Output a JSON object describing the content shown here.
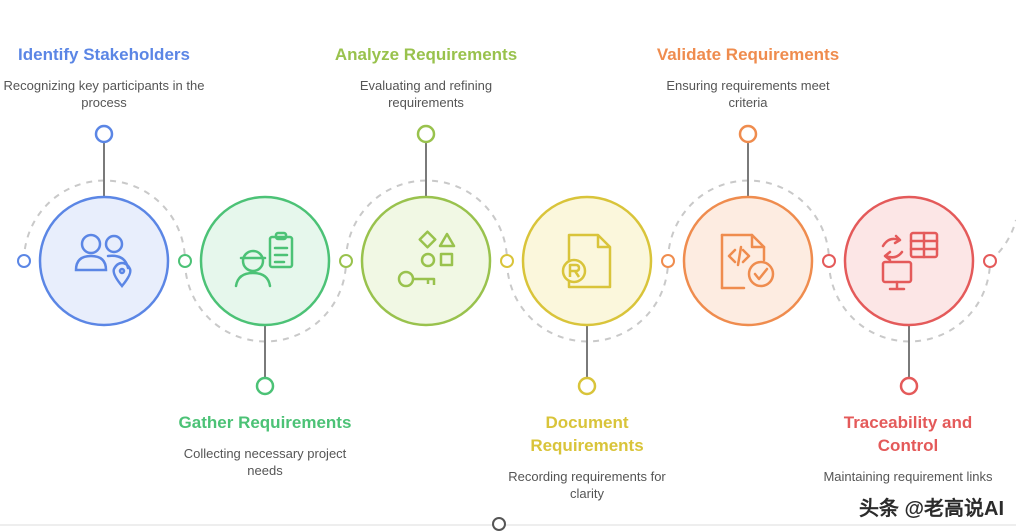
{
  "colors": {
    "blue": "#5b86e5",
    "green": "#4cc276",
    "lime": "#99c24d",
    "yellow": "#d9c43a",
    "orange": "#ef8c4e",
    "red": "#e45a5a",
    "connector": "#7a7a7a",
    "dashed": "#c9c9c9"
  },
  "steps": [
    {
      "title": "Identify Stakeholders",
      "desc": "Recognizing key participants in the process",
      "icon": "stakeholders-icon"
    },
    {
      "title": "Gather Requirements",
      "desc": "Collecting necessary project needs",
      "icon": "worker-clipboard-icon"
    },
    {
      "title": "Analyze Requirements",
      "desc": "Evaluating and refining requirements",
      "icon": "shapes-key-icon"
    },
    {
      "title": "Document Requirements",
      "desc": "Recording requirements for clarity",
      "icon": "document-icon"
    },
    {
      "title": "Validate Requirements",
      "desc": "Ensuring requirements meet criteria",
      "icon": "code-check-icon"
    },
    {
      "title": "Traceability and Control",
      "desc": "Maintaining requirement links",
      "icon": "table-monitor-icon"
    }
  ],
  "watermark": "头条 @老高说AI"
}
